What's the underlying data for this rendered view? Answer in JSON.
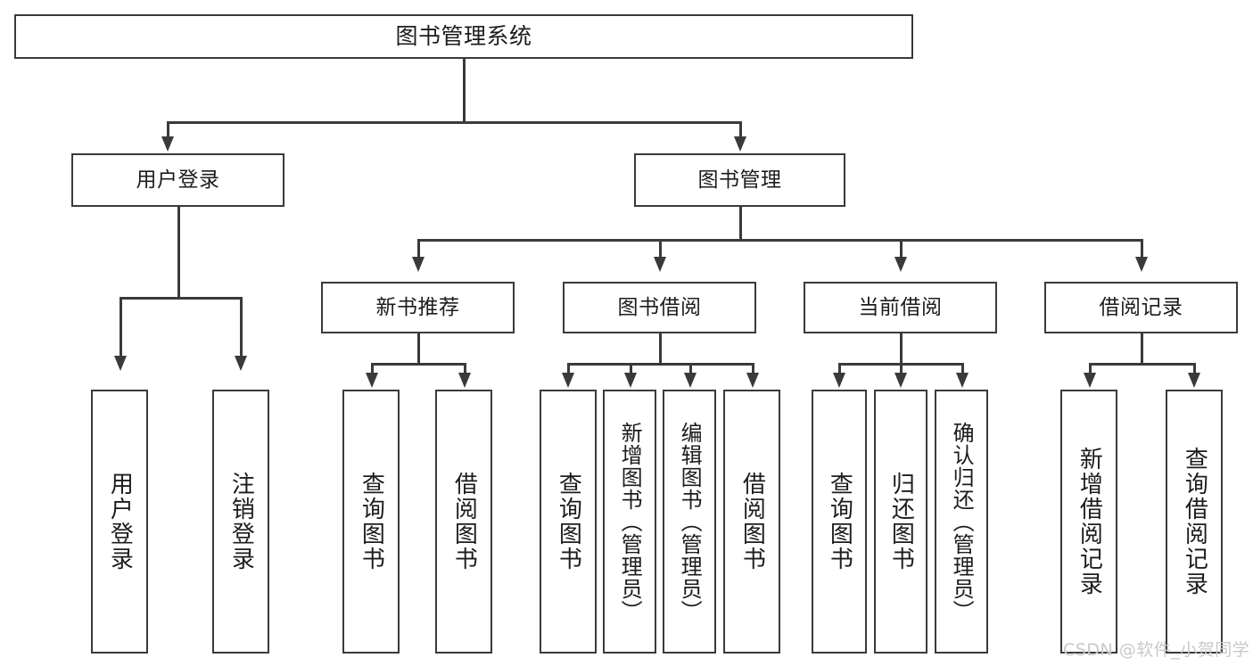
{
  "diagram": {
    "type": "tree",
    "title": "图书管理系统",
    "watermark": "CSDN @软件_小贺同学",
    "levels": {
      "root": [
        "图书管理系统"
      ],
      "level1": [
        "用户登录",
        "图书管理"
      ],
      "level2": [
        "新书推荐",
        "图书借阅",
        "当前借阅",
        "借阅记录"
      ],
      "leaves": [
        "用户登录",
        "注销登录",
        "查询图书",
        "借阅图书",
        "查询图书",
        "新增图书（管理员）",
        "编辑图书（管理员）",
        "借阅图书",
        "查询图书",
        "归还图书",
        "确认归还（管理员）",
        "新增借阅记录",
        "查询借阅记录"
      ]
    },
    "nodes": {
      "root": {
        "label": "图书管理系统"
      },
      "user_login": {
        "label": "用户登录"
      },
      "book_mgmt": {
        "label": "图书管理"
      },
      "new_book_rec": {
        "label": "新书推荐"
      },
      "book_borrow": {
        "label": "图书借阅"
      },
      "current_borrow": {
        "label": "当前借阅"
      },
      "borrow_record": {
        "label": "借阅记录"
      },
      "leaf_user_login": {
        "label": "用户登录"
      },
      "leaf_user_logout": {
        "label": "注销登录"
      },
      "leaf_query_book_a": {
        "label": "查询图书"
      },
      "leaf_borrow_book_a": {
        "label": "借阅图书"
      },
      "leaf_query_book_b": {
        "label": "查询图书"
      },
      "leaf_add_book": {
        "label": "新增图书（管理员）"
      },
      "leaf_edit_book": {
        "label": "编辑图书（管理员）"
      },
      "leaf_borrow_book_b": {
        "label": "借阅图书"
      },
      "leaf_query_book_c": {
        "label": "查询图书"
      },
      "leaf_return_book": {
        "label": "归还图书"
      },
      "leaf_confirm_return": {
        "label": "确认归还（管理员）"
      },
      "leaf_add_record": {
        "label": "新增借阅记录"
      },
      "leaf_query_record": {
        "label": "查询借阅记录"
      }
    },
    "edges": [
      {
        "from": "root",
        "to": "user_login"
      },
      {
        "from": "root",
        "to": "book_mgmt"
      },
      {
        "from": "user_login",
        "to": "leaf_user_login"
      },
      {
        "from": "user_login",
        "to": "leaf_user_logout"
      },
      {
        "from": "book_mgmt",
        "to": "new_book_rec"
      },
      {
        "from": "book_mgmt",
        "to": "book_borrow"
      },
      {
        "from": "book_mgmt",
        "to": "current_borrow"
      },
      {
        "from": "book_mgmt",
        "to": "borrow_record"
      },
      {
        "from": "new_book_rec",
        "to": "leaf_query_book_a"
      },
      {
        "from": "new_book_rec",
        "to": "leaf_borrow_book_a"
      },
      {
        "from": "book_borrow",
        "to": "leaf_query_book_b"
      },
      {
        "from": "book_borrow",
        "to": "leaf_add_book"
      },
      {
        "from": "book_borrow",
        "to": "leaf_edit_book"
      },
      {
        "from": "book_borrow",
        "to": "leaf_borrow_book_b"
      },
      {
        "from": "current_borrow",
        "to": "leaf_query_book_c"
      },
      {
        "from": "current_borrow",
        "to": "leaf_return_book"
      },
      {
        "from": "current_borrow",
        "to": "leaf_confirm_return"
      },
      {
        "from": "borrow_record",
        "to": "leaf_add_record"
      },
      {
        "from": "borrow_record",
        "to": "leaf_query_record"
      }
    ],
    "colors": {
      "border": "#3a3a3a",
      "background": "#ffffff",
      "text": "#1c1c1c",
      "watermark": "#c9c9c9"
    }
  }
}
